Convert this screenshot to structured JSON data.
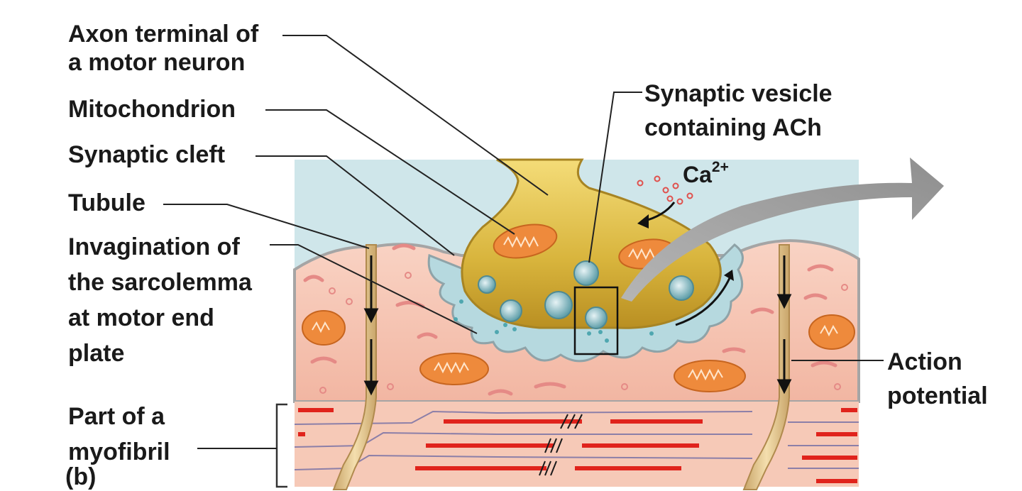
{
  "labels": {
    "axon_terminal": [
      "Axon terminal of",
      "a motor neuron"
    ],
    "mitochondrion": "Mitochondrion",
    "synaptic_cleft": "Synaptic cleft",
    "tubule": "Tubule",
    "invagination": [
      "Invagination of",
      "the sarcolemma",
      "at motor end",
      "plate"
    ],
    "myofibril": [
      "Part of a",
      "myofibril"
    ],
    "panel": "(b)",
    "synaptic_vesicle": [
      "Synaptic vesicle",
      "containing ACh"
    ],
    "calcium_base": "Ca",
    "calcium_charge": "2+",
    "action_potential": [
      "Action",
      "potential"
    ]
  },
  "colors": {
    "extracellular_fluid": "#cfe6ea",
    "muscle_fiber": "#f5c4b4",
    "axon_terminal": "#d9b43a",
    "mitochondrion": "#ee8a3c",
    "myofibril_band": "#e0231c",
    "vesicle": "#7fb7c0",
    "arrow": "#9a9a9a"
  }
}
